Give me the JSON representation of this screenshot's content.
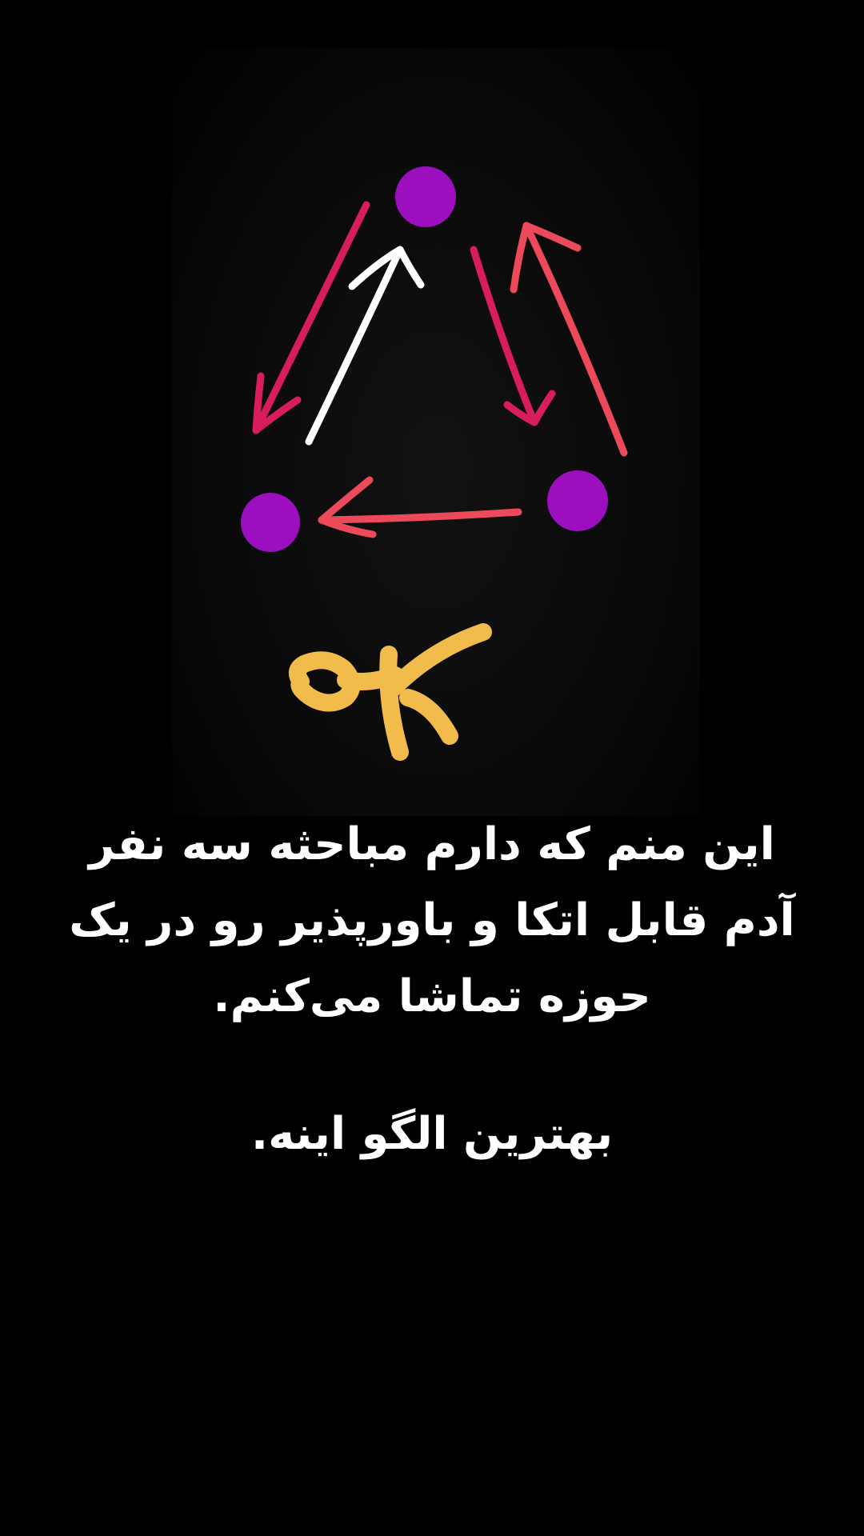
{
  "caption": {
    "lines": [
      "این منم که دارم مباحثه سه نفر",
      "آدم قابل اتکا و باورپذیر رو در یک",
      "حوزه تماشا می‌کنم."
    ],
    "conclusion": "بهترین الگو اینه."
  },
  "drawing": {
    "handwritten_label": "OK",
    "colors": {
      "background": "#000000",
      "node": "#9b0fbf",
      "arrow_crimson": "#d81d5f",
      "arrow_coral": "#ec4a5a",
      "arrow_white": "#ffffff",
      "ok_mark": "#f2bc4c"
    }
  }
}
